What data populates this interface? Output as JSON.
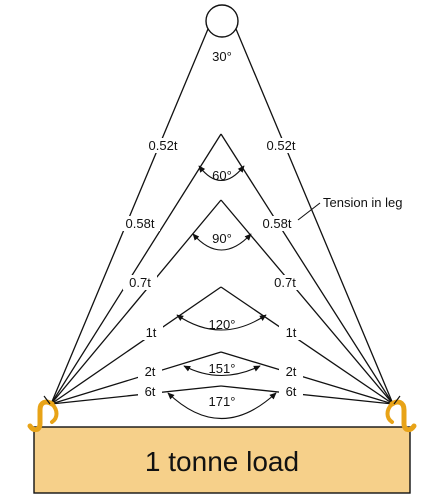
{
  "load_label": "1 tonne load",
  "callout_label": "Tension in leg",
  "colors": {
    "load_fill": "#f6d08a",
    "hook": "#e8a317",
    "line": "#111111"
  },
  "configurations": [
    {
      "angle": "30°",
      "tension_left": "0.52t",
      "tension_right": "0.52t"
    },
    {
      "angle": "60°",
      "tension_left": "0.58t",
      "tension_right": "0.58t"
    },
    {
      "angle": "90°",
      "tension_left": "0.7t",
      "tension_right": "0.7t"
    },
    {
      "angle": "120°",
      "tension_left": "1t",
      "tension_right": "1t"
    },
    {
      "angle": "151°",
      "tension_left": "2t",
      "tension_right": "2t"
    },
    {
      "angle": "171°",
      "tension_left": "6t",
      "tension_right": "6t"
    }
  ]
}
